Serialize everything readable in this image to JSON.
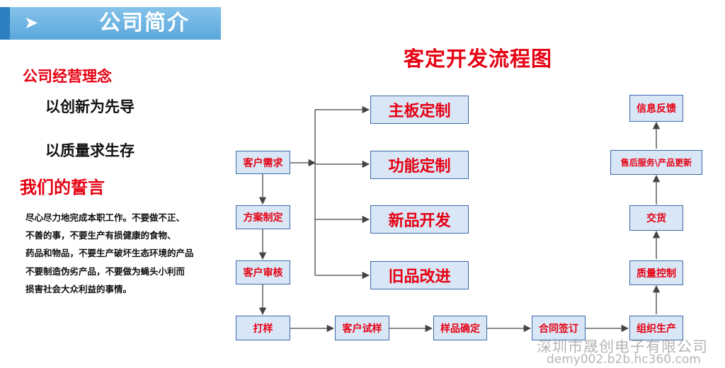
{
  "header": {
    "arrow_glyph": "➤",
    "title": "公司简介",
    "color": "#5aa8dc"
  },
  "philosophy": {
    "heading": "公司经营理念",
    "mottos": [
      "以创新为先导",
      "以质量求生存"
    ]
  },
  "pledge": {
    "heading": "我们的誓言",
    "lines": [
      "尽心尽力地完成本职工作。不要做不正、",
      "不善的事，不要生产有损健康的食物、",
      "药品和物品，不要生产破坏生态环境的产品",
      "不要制造伪劣产品，不要做为蝇头小利而",
      "损害社会大众利益的事情。"
    ]
  },
  "flowchart": {
    "title": "客定开发流程图",
    "nodes": {
      "customer_demand": "客户需求",
      "plan_formulate": "方案制定",
      "customer_review": "客户审核",
      "proofing": "打样",
      "customer_trial": "客户试样",
      "sample_confirm": "样品确定",
      "contract_sign": "合同签订",
      "organize_production": "组织生产",
      "quality_control": "质量控制",
      "delivery": "交货",
      "after_sales": "售后服务\\产品更新",
      "feedback": "信息反馈",
      "mainboard_custom": "主板定制",
      "function_custom": "功能定制",
      "new_product": "新品开发",
      "old_product": "旧品改进"
    },
    "colors": {
      "node_fill": "#d9e6f6",
      "node_border": "#3a6aa8",
      "node_text": "#e60012",
      "arrow": "#444444"
    }
  },
  "watermark": {
    "company": "深圳市晟创电子有限公司",
    "url": "demy002.b2b.hc360.com"
  }
}
